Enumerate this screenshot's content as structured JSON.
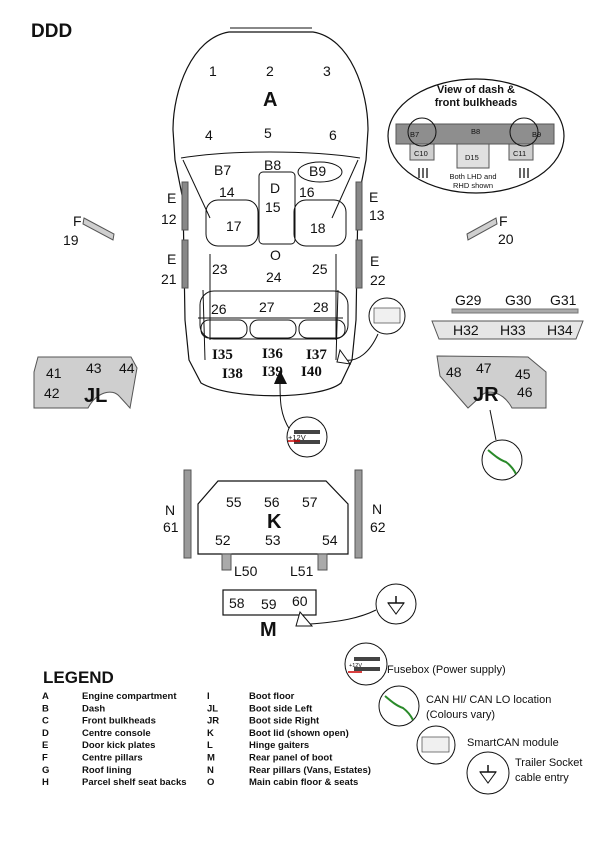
{
  "title": "DDD",
  "zones": {
    "A": "A",
    "D": "D",
    "O": "O",
    "K": "K",
    "M": "M",
    "JL": "JL",
    "JR": "JR",
    "E12": [
      "E",
      "12"
    ],
    "E13": [
      "E",
      "13"
    ],
    "E21": [
      "E",
      "21"
    ],
    "E22": [
      "E",
      "22"
    ],
    "F19": [
      "F",
      "19"
    ],
    "F20": [
      "F",
      "20"
    ],
    "N61": [
      "N",
      "61"
    ],
    "N62": [
      "N",
      "62"
    ],
    "L50": "L50",
    "L51": "L51"
  },
  "numbers": {
    "engine": [
      "1",
      "2",
      "3",
      "4",
      "5",
      "6"
    ],
    "dash": [
      "B7",
      "B8",
      "B9"
    ],
    "console": [
      "15"
    ],
    "cabin": [
      "14",
      "16",
      "17",
      "18",
      "23",
      "24",
      "25",
      "26",
      "27",
      "28"
    ],
    "parcel": [
      "G29",
      "G30",
      "G31",
      "H32",
      "H33",
      "H34"
    ],
    "boot_floor": [
      "I35",
      "I36",
      "I37",
      "I38",
      "I39",
      "I40"
    ],
    "boot_left": [
      "41",
      "42",
      "43",
      "44"
    ],
    "boot_right": [
      "45",
      "46",
      "47",
      "48"
    ],
    "boot_lid": [
      "52",
      "53",
      "54",
      "55",
      "56",
      "57"
    ],
    "rear_panel": [
      "58",
      "59",
      "60"
    ]
  },
  "dash_view": {
    "title_line1": "View of dash &",
    "title_line2": "front bulkheads",
    "labels": [
      "B7",
      "B8",
      "B9",
      "C10",
      "D15",
      "C11"
    ],
    "note_line1": "Both LHD and",
    "note_line2": "RHD shown"
  },
  "fusebox_label": "+12V",
  "legend": {
    "title": "LEGEND",
    "items": [
      {
        "key": "A",
        "label": "Engine compartment"
      },
      {
        "key": "B",
        "label": "Dash"
      },
      {
        "key": "C",
        "label": "Front bulkheads"
      },
      {
        "key": "D",
        "label": "Centre console"
      },
      {
        "key": "E",
        "label": "Door kick plates"
      },
      {
        "key": "F",
        "label": "Centre pillars"
      },
      {
        "key": "G",
        "label": "Roof lining"
      },
      {
        "key": "H",
        "label": "Parcel shelf seat backs"
      },
      {
        "key": "I",
        "label": "Boot floor"
      },
      {
        "key": "JL",
        "label": "Boot side Left"
      },
      {
        "key": "JR",
        "label": "Boot side Right"
      },
      {
        "key": "K",
        "label": "Boot lid (shown open)"
      },
      {
        "key": "L",
        "label": "Hinge gaiters"
      },
      {
        "key": "M",
        "label": "Rear panel of boot"
      },
      {
        "key": "N",
        "label": "Rear pillars (Vans, Estates)"
      },
      {
        "key": "O",
        "label": "Main cabin floor & seats"
      }
    ],
    "symbols": [
      {
        "label": "Fusebox (Power supply)"
      },
      {
        "label": "CAN HI/ CAN LO location",
        "label2": "(Colours vary)"
      },
      {
        "label": "SmartCAN module"
      },
      {
        "label": "Trailer Socket",
        "label2": "cable entry"
      }
    ]
  }
}
